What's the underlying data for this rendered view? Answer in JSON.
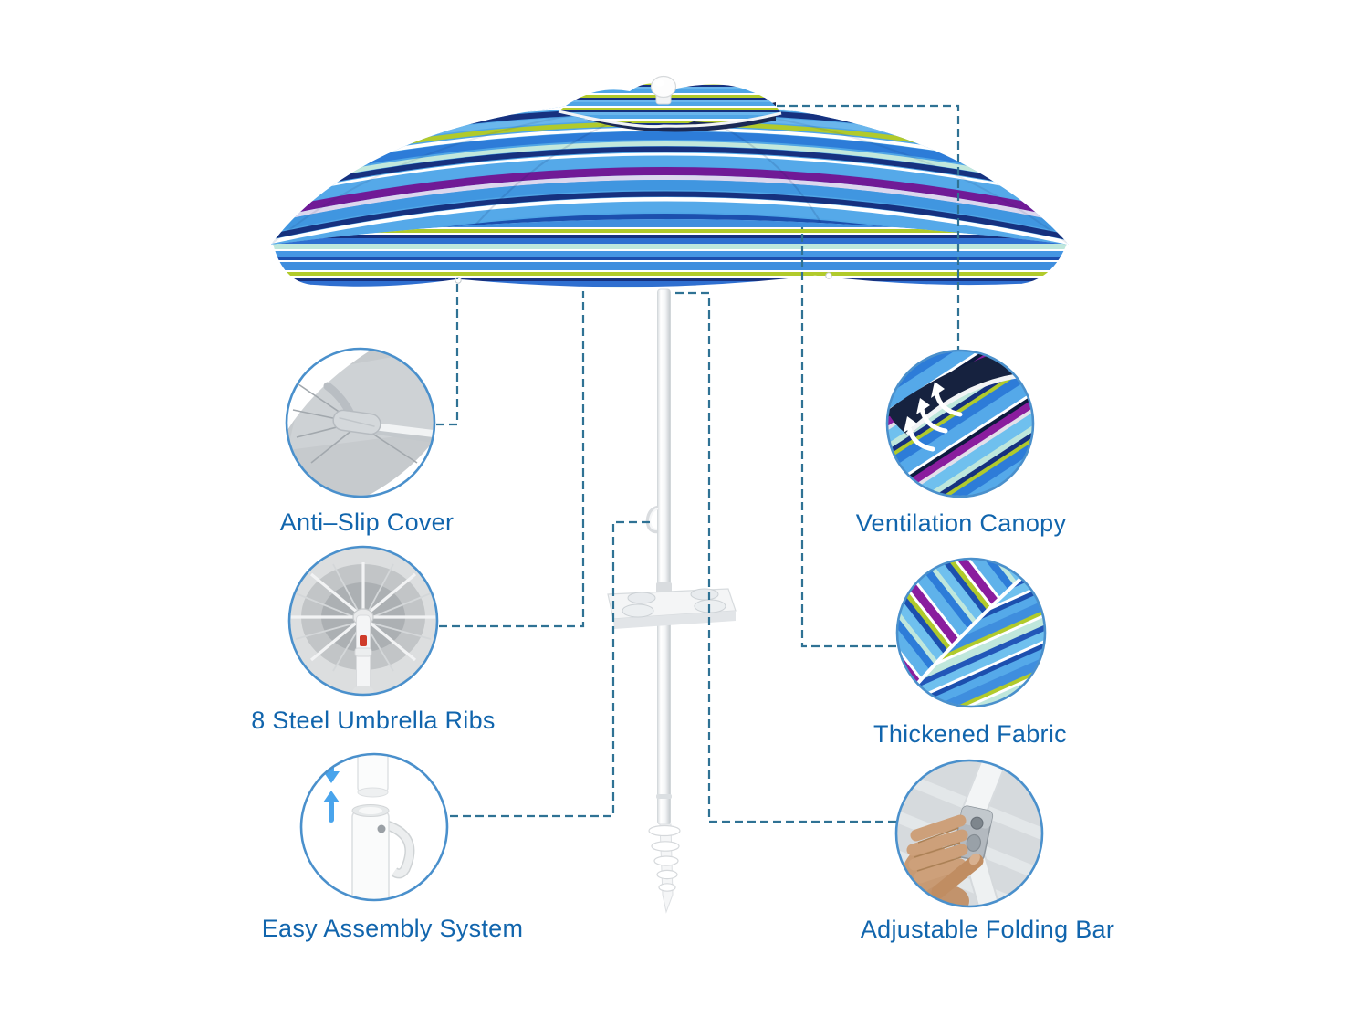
{
  "diagram": {
    "type": "product-feature-callouts",
    "subject": "striped beach umbrella with sand anchor",
    "connector_color": "#2f7294",
    "connector_style": "dashed",
    "label_color": "#1165ad",
    "circle_border_color": "#4a90cc",
    "background": "#ffffff"
  },
  "umbrella": {
    "stripe_colors": [
      "#4fa5e6",
      "#ffffff",
      "#16317f",
      "#b1ca2b",
      "#bfe7dc",
      "#2d7cd8",
      "#701a96",
      "#dcd7ee",
      "#1c4fae",
      "#55a9e9",
      "#3f8ede"
    ],
    "pole_color": "#f4f5f6"
  },
  "features": [
    {
      "id": "anti-slip-cover",
      "side": "left",
      "label": "Anti–Slip Cover",
      "icon": "anti-slip-cover-photo"
    },
    {
      "id": "steel-umbrella-ribs",
      "side": "left",
      "label": "8 Steel Umbrella Ribs",
      "icon": "ribs-underside-photo"
    },
    {
      "id": "easy-assembly-system",
      "side": "left",
      "label": "Easy Assembly System",
      "icon": "pole-assembly-photo"
    },
    {
      "id": "ventilation-canopy",
      "side": "right",
      "label": "Ventilation Canopy",
      "icon": "vent-airflow-photo"
    },
    {
      "id": "thickened-fabric",
      "side": "right",
      "label": "Thickened Fabric",
      "icon": "fabric-closeup-photo"
    },
    {
      "id": "adjustable-folding-bar",
      "side": "right",
      "label": "Adjustable Folding Bar",
      "icon": "tilt-mechanism-photo"
    }
  ]
}
